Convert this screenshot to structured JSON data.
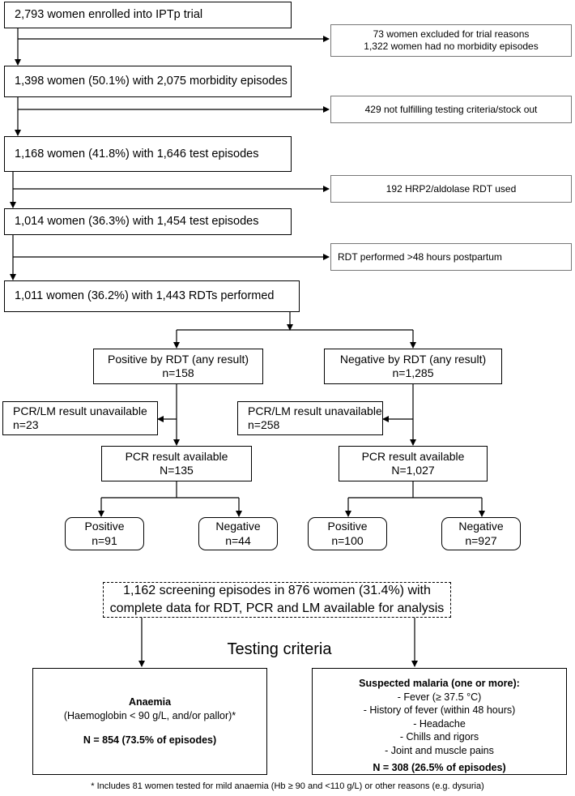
{
  "flow": {
    "enrolled": "2,793 women enrolled into IPTp trial",
    "excluded_1": "73 women excluded for trial reasons",
    "excluded_2": "1,322 women had no morbidity episodes",
    "morbidity": "1,398 women (50.1%) with 2,075 morbidity episodes",
    "not_fulfilling": "429 not fulfilling testing criteria/stock out",
    "test_1": "1,168 women (41.8%) with 1,646 test episodes",
    "hrp2": "192 HRP2/aldolase RDT used",
    "test_2": "1,014 women (36.3%) with 1,454 test episodes",
    "postpartum": "RDT performed >48 hours postpartum",
    "rdts": "1,011 women (36.2%) with 1,443 RDTs performed"
  },
  "positive_branch": {
    "title": "Positive by RDT (any result)",
    "n": "n=158",
    "unavailable_title": "PCR/LM result unavailable",
    "unavailable_n": "n=23",
    "pcr_title": "PCR result available",
    "pcr_n": "N=135",
    "pos_title": "Positive",
    "pos_n": "n=91",
    "neg_title": "Negative",
    "neg_n": "n=44"
  },
  "negative_branch": {
    "title": "Negative by RDT (any result)",
    "n": "n=1,285",
    "unavailable_title": "PCR/LM result unavailable",
    "unavailable_n": "n=258",
    "pcr_title": "PCR result available",
    "pcr_n": "N=1,027",
    "pos_title": "Positive",
    "pos_n": "n=100",
    "neg_title": "Negative",
    "neg_n": "n=927"
  },
  "screening": {
    "line1": "1,162 screening episodes in 876 women (31.4%) with",
    "line2": "complete data for RDT, PCR and LM available for analysis"
  },
  "testing_criteria": "Testing criteria",
  "anaemia": {
    "title": "Anaemia",
    "desc": "(Haemoglobin < 90 g/L, and/or pallor)*",
    "n": "N = 854 (73.5% of episodes)"
  },
  "malaria": {
    "title": "Suspected malaria (one or more):",
    "items": [
      "- Fever (≥ 37.5 °C)",
      "- History of fever (within 48 hours)",
      "- Headache",
      "- Chills and rigors",
      "- Joint and muscle pains"
    ],
    "n": "N = 308 (26.5% of episodes)"
  },
  "footnote": "* Includes 81 women tested for mild anaemia (Hb ≥ 90 and <110 g/L) or other reasons (e.g. dysuria)"
}
